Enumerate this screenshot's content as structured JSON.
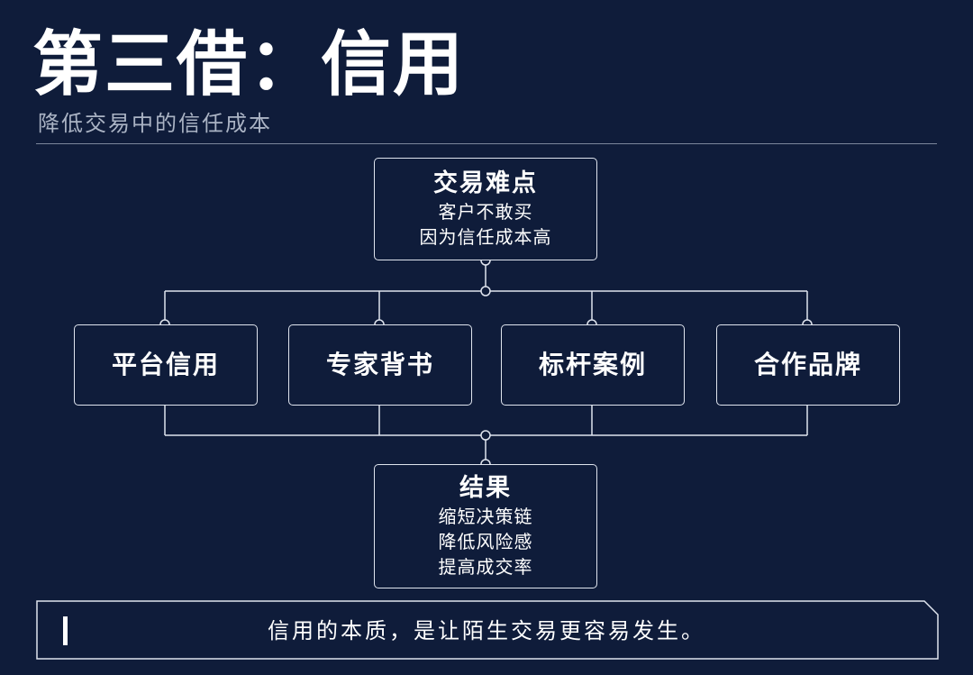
{
  "header": {
    "title": "第三借：信用",
    "subtitle": "降低交易中的信任成本"
  },
  "diagram": {
    "top": {
      "title": "交易难点",
      "lines": [
        "客户不敢买",
        "因为信任成本高"
      ]
    },
    "middle": [
      {
        "label": "平台信用"
      },
      {
        "label": "专家背书"
      },
      {
        "label": "标杆案例"
      },
      {
        "label": "合作品牌"
      }
    ],
    "result": {
      "title": "结果",
      "lines": [
        "缩短决策链",
        "降低风险感",
        "提高成交率"
      ]
    }
  },
  "footer": {
    "text": "信用的本质，是让陌生交易更容易发生。"
  },
  "colors": {
    "background": "#0f1c3a",
    "line": "#dfe4ee",
    "text": "#ffffff",
    "subtitle": "#aab3c4"
  }
}
